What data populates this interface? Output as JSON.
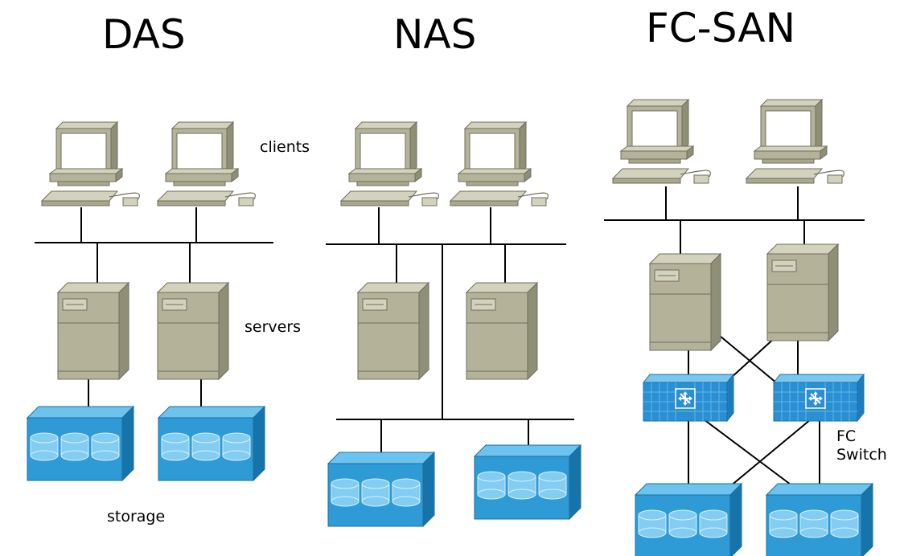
{
  "titles": {
    "das": "DAS",
    "nas": "NAS",
    "fcsan": "FC-SAN"
  },
  "labels": {
    "clients": "clients",
    "servers": "servers",
    "storage": "storage",
    "fc_switch_line1": "FC",
    "fc_switch_line2": "Switch"
  },
  "colors": {
    "line": "#000000",
    "computer_face": "#b4b39a",
    "computer_side": "#8f8e77",
    "computer_top": "#d3d2bc",
    "screen": "#ffffff",
    "storage_front": "#2e9ad6",
    "storage_top": "#6cc3ee",
    "storage_side": "#1674ab",
    "disk": "#84cdf2",
    "switch_front": "#2b8fd3",
    "switch_top": "#79c6ef"
  }
}
